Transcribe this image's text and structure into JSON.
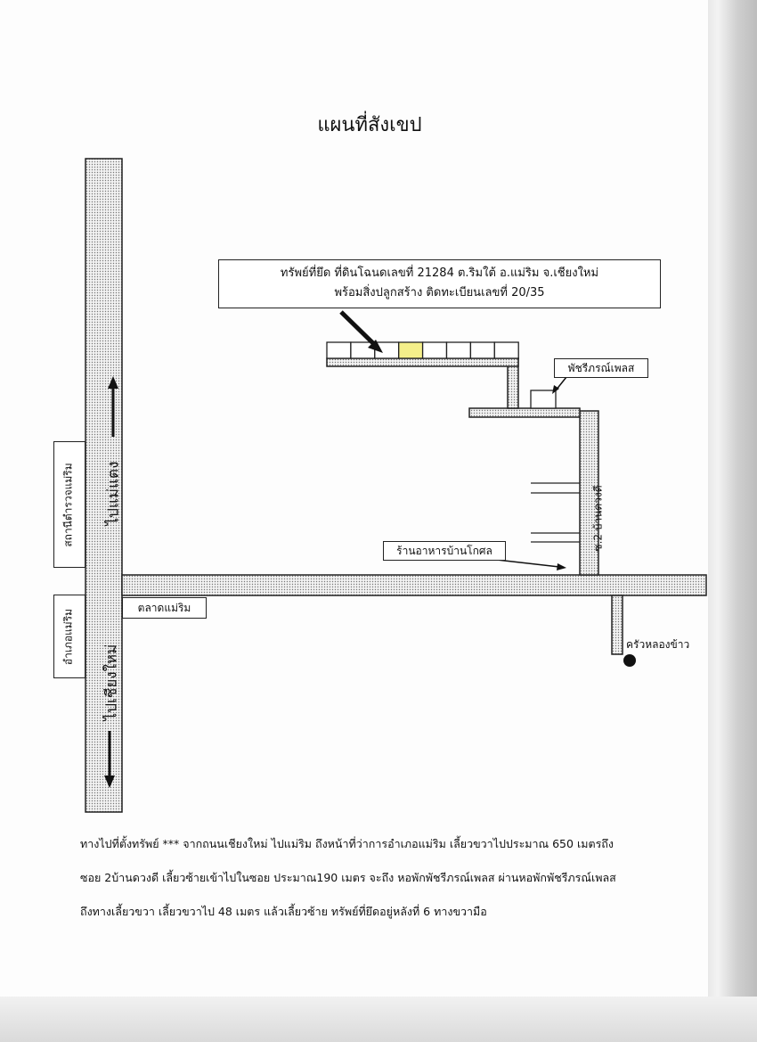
{
  "title": "แผนที่สังเขป",
  "property_label": {
    "line1": "ทรัพย์ที่ยึด ที่ดินโฉนดเลขที่ 21284 ต.ริมใต้ อ.แม่ริม จ.เชียงใหม่",
    "line2": "พร้อมสิ่งปลูกสร้าง ติดทะเบียนเลขที่ 20/35"
  },
  "roads": {
    "main_north": "ไปแม่แตง",
    "main_south": "ไปเชียงใหม่",
    "soi": "ซ.2 บ้านดวงดี"
  },
  "places": {
    "police_station": "สถานีตำรวจแม่ริม",
    "district_office": "อำเภอแม่ริม",
    "market": "ตลาดแม่ริม",
    "dormitory": "พัชรีภรณ์เพลส",
    "restaurant": "ร้านอาหารบ้านโกศล",
    "khrua": "ครัวหลองข้าว"
  },
  "directions": {
    "line1": "ทางไปที่ตั้งทรัพย์ *** จากถนนเชียงใหม่ ไปแม่ริม ถึงหน้าที่ว่าการอำเภอแม่ริม เลี้ยวขวาไปประมาณ 650 เมตรถึง",
    "line2": "ซอย 2บ้านดวงดี เลี้ยวซ้ายเข้าไปในซอย ประมาณ190 เมตร จะถึง หอพักพัชรีภรณ์เพลส ผ่านหอพักพัชรีภรณ์เพลส",
    "line3": "ถึงทางเลี้ยวขวา เลี้ยวขวาไป 48 เมตร แล้วเลี้ยวซ้าย ทรัพย์ที่ยึดอยู่หลังที่ 6 ทางขวามือ"
  },
  "map": {
    "highlighted_lot_index": 3,
    "lot_count": 8,
    "colors": {
      "highlight": "#f4ef8a",
      "road_fill": "#e2e2e2",
      "line": "#222222"
    }
  }
}
